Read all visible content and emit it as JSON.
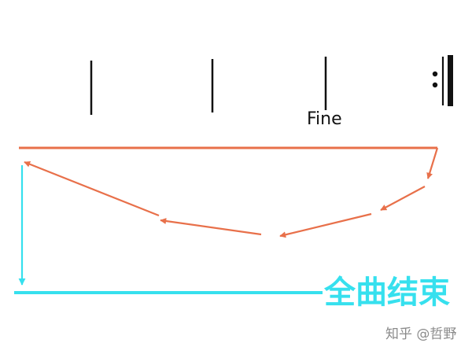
{
  "labels": {
    "fine": "Fine",
    "end": "全曲结束",
    "watermark": "知乎 @哲野"
  },
  "colors": {
    "staff_line": "#111111",
    "jump_path": "#e8704a",
    "end_path": "#36e0ee",
    "watermark": "#8a8a8a"
  }
}
